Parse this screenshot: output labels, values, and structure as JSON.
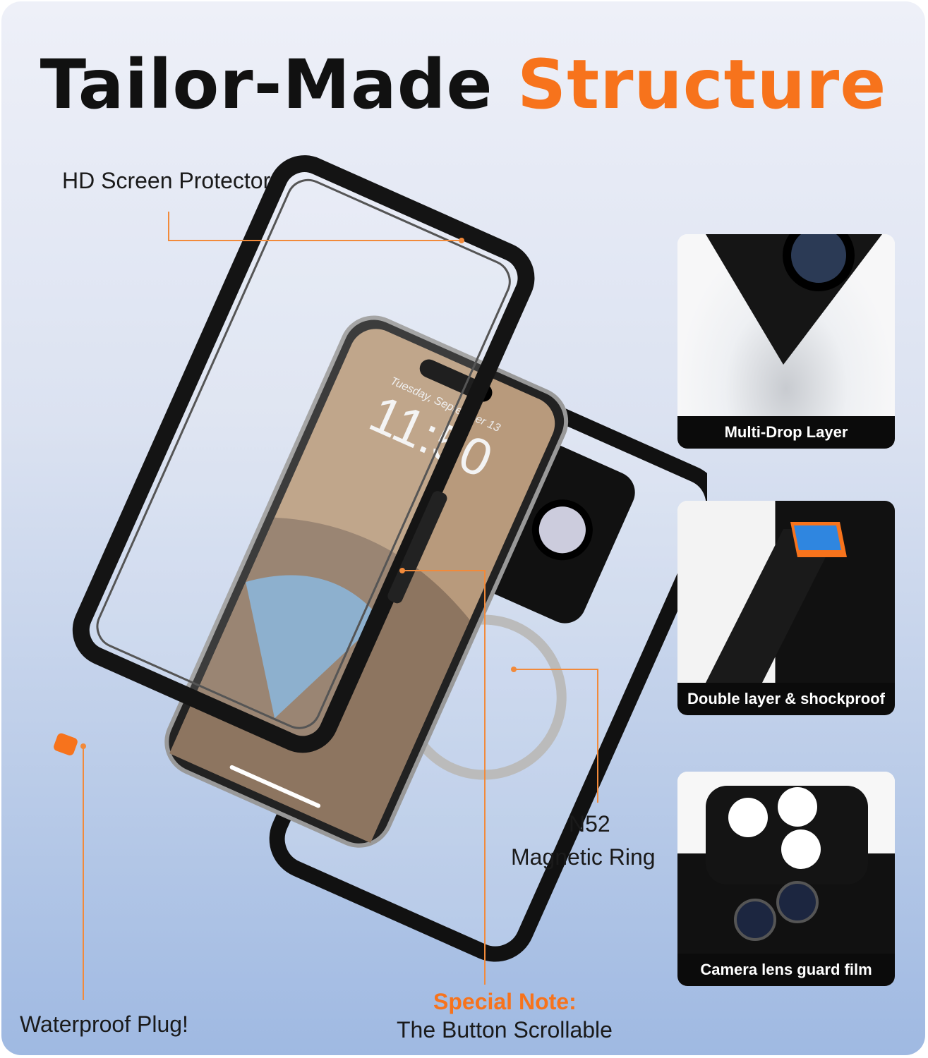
{
  "title": {
    "part1": "Tailor-Made",
    "part2": "Structure"
  },
  "colors": {
    "accent": "#f7731c",
    "caption_bg": "#0b0b0b"
  },
  "labels": {
    "screen_protector": "HD Screen Protector",
    "magnetic_ring_1": "N52",
    "magnetic_ring_2": "Magnetic Ring",
    "waterproof_plug": "Waterproof Plug!",
    "special_note_title": "Special Note:",
    "special_note_text": "The Button Scrollable"
  },
  "phone_screen": {
    "date": "Tuesday, September 13",
    "time": "11:50"
  },
  "cards": [
    {
      "caption": "Multi-Drop Layer"
    },
    {
      "caption": "Double layer & shockproof"
    },
    {
      "caption": "Camera lens guard film"
    }
  ]
}
